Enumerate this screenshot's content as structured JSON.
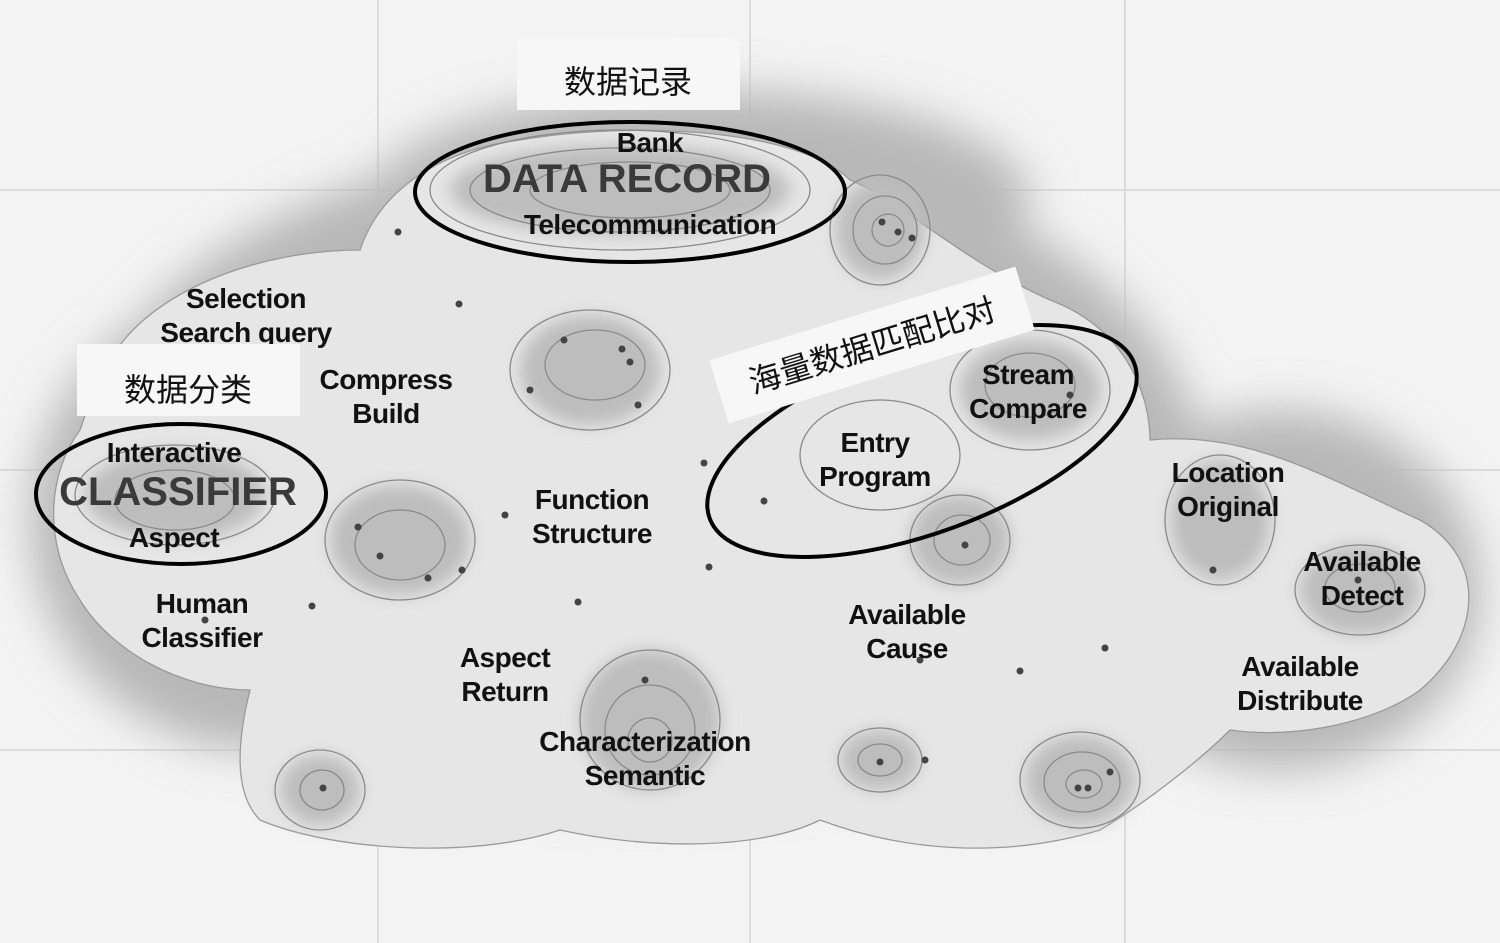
{
  "annotations": {
    "data_record_cn": "数据记录",
    "data_classify_cn": "数据分类",
    "mass_match_cn": "海量数据匹配比对"
  },
  "watermarks": {
    "data_record": "DATA RECORD",
    "classifier": "CLASSIFIER"
  },
  "topics": [
    {
      "id": "bank",
      "lines": [
        "Bank",
        "Telecommunication"
      ]
    },
    {
      "id": "selection",
      "lines": [
        "Selection",
        "Search query"
      ]
    },
    {
      "id": "compress",
      "lines": [
        "Compress",
        "Build"
      ]
    },
    {
      "id": "interactive",
      "lines": [
        "Interactive",
        "Aspect"
      ]
    },
    {
      "id": "human",
      "lines": [
        "Human",
        "Classifier"
      ]
    },
    {
      "id": "function",
      "lines": [
        "Function",
        "Structure"
      ]
    },
    {
      "id": "aspect-return",
      "lines": [
        "Aspect",
        "Return"
      ]
    },
    {
      "id": "characterization",
      "lines": [
        "Characterization",
        "Semantic"
      ]
    },
    {
      "id": "entry",
      "lines": [
        "Entry",
        "Program"
      ]
    },
    {
      "id": "stream",
      "lines": [
        "Stream",
        "Compare"
      ]
    },
    {
      "id": "available-cause",
      "lines": [
        "Available",
        "Cause"
      ]
    },
    {
      "id": "location",
      "lines": [
        "Location",
        "Original"
      ]
    },
    {
      "id": "available-detect",
      "lines": [
        "Available",
        "Detect"
      ]
    },
    {
      "id": "available-distribute",
      "lines": [
        "Available",
        "Distribute"
      ]
    }
  ]
}
